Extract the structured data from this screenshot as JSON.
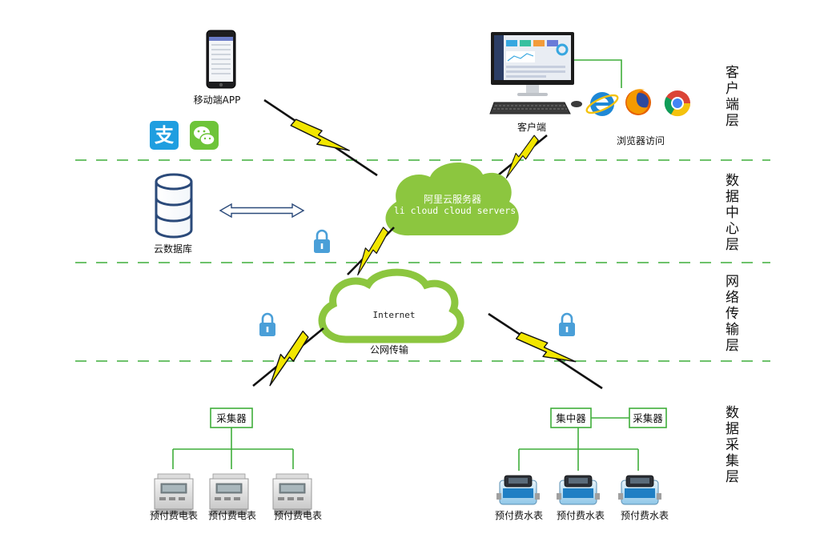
{
  "layers": [
    {
      "id": "client",
      "label": "客户端层"
    },
    {
      "id": "datacenter",
      "label": "数据中心层"
    },
    {
      "id": "network",
      "label": "网络传输层"
    },
    {
      "id": "collection",
      "label": "数据采集层"
    }
  ],
  "client": {
    "mobile_app_label": "移动端APP",
    "desktop_label": "客户端",
    "browser_label": "浏览器访问"
  },
  "datacenter": {
    "cloud_title": "阿里云服务器",
    "cloud_subtitle": "li cloud  cloud servers",
    "database_label": "云数据库"
  },
  "network": {
    "internet_label": "Internet",
    "public_net_label": "公网传输"
  },
  "collection": {
    "left_collector": "采集器",
    "concentrator": "集中器",
    "right_collector": "采集器",
    "electric_meter_label": "预付费电表",
    "water_meter_label": "预付费水表",
    "electric_meters": [
      "预付费电表",
      "预付费电表",
      "预付费电表"
    ],
    "water_meters": [
      "预付费水表",
      "预付费水表",
      "预付费水表"
    ]
  },
  "colors": {
    "green": "#3fae3a",
    "cloud_green": "#8cc63f",
    "lightning": "#f2e600",
    "lock_blue": "#4a9fd8",
    "divider": "#3fae3a"
  }
}
